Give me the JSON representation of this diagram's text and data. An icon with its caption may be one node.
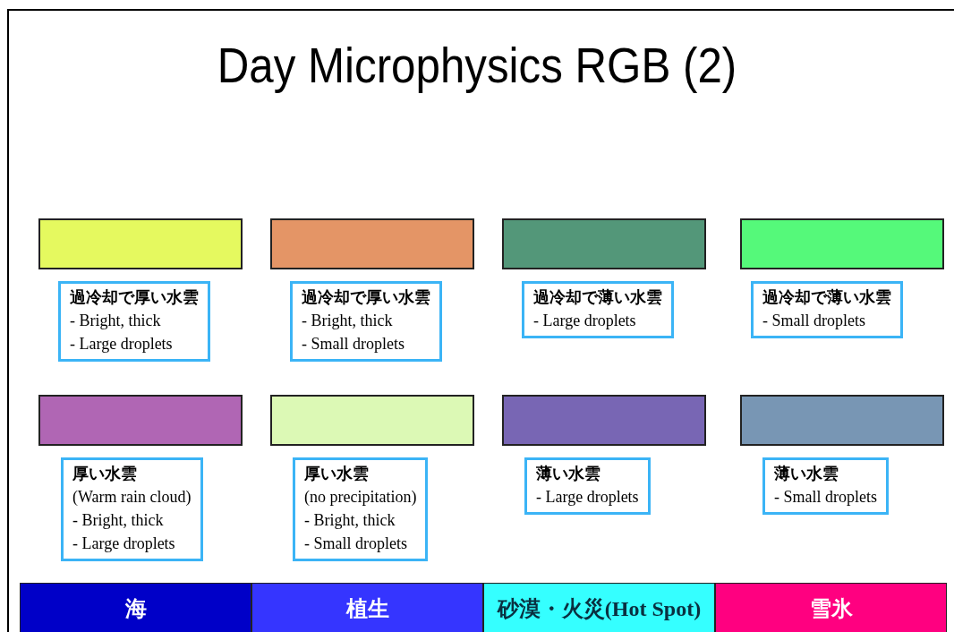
{
  "diagram": {
    "title": "Day Microphysics RGB (2)",
    "legend": [
      {
        "text": "過冷却で厚い水雲",
        "color": "#e5f95f"
      },
      {
        "text": "過冷却で厚い水雲",
        "color": "#e49566"
      },
      {
        "text": "過冷却で薄い水雲",
        "color": "#539779"
      },
      {
        "text": "過冷却で薄い水雲",
        "color": "#55f97a"
      },
      {
        "text": "厚い水雲",
        "color": "#b066b4"
      },
      {
        "text": "厚い水雲",
        "color": "#dcf9b5"
      },
      {
        "text": "薄い水雲",
        "color": "#7866b4"
      },
      {
        "text": "薄い水雲",
        "color": "#7896b4"
      },
      {
        "text": "海",
        "color": "#0000c8"
      },
      {
        "text": "植生",
        "color": "#3535ff"
      },
      {
        "text": "砂漠・火災(Hot Spot)",
        "color": "#35ffff"
      },
      {
        "text": "雪氷",
        "color": "#ff0080"
      }
    ],
    "labels": [
      "- Bright, thick",
      "- Large droplets",
      "- Bright, thick",
      "- Small droplets",
      "- Large droplets",
      "- Small droplets",
      "(Warm rain cloud)",
      "- Bright, thick",
      "- Large droplets",
      "(no precipitation)",
      "- Bright, thick",
      "- Small droplets",
      "- Large droplets",
      "- Small droplets"
    ]
  }
}
